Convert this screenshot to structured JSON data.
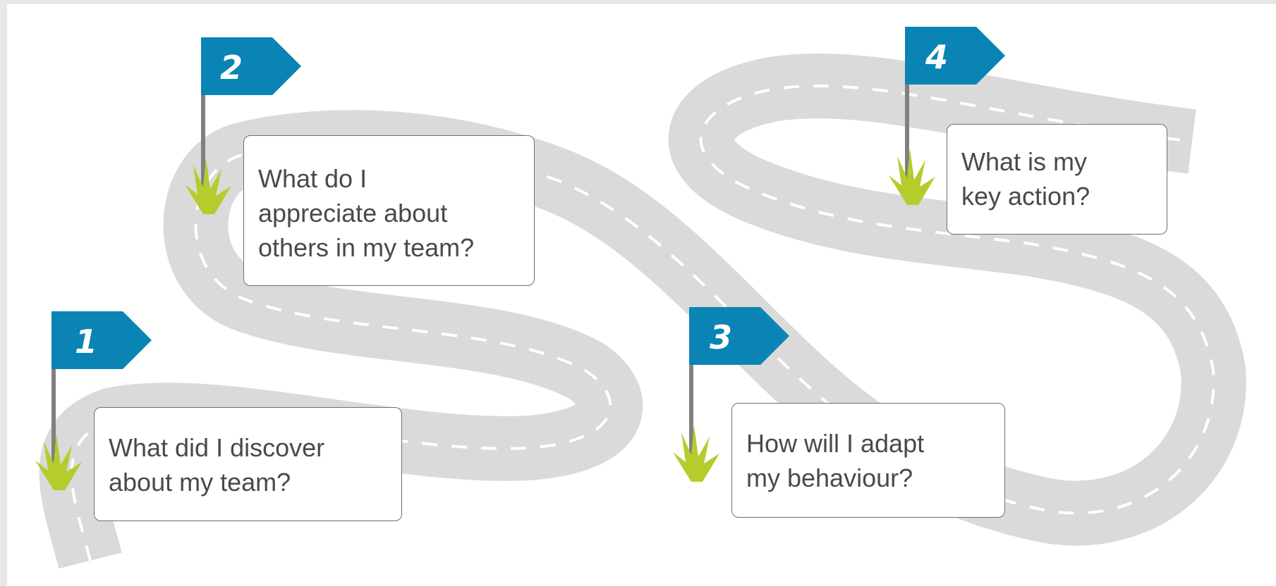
{
  "colors": {
    "background": "#ffffff",
    "road": "#dadada",
    "road_center_line": "#ffffff",
    "flag": "#0a84b5",
    "flag_text": "#ffffff",
    "pole": "#808080",
    "grass": "#b5cc2c",
    "box_border": "#6f6f6f",
    "box_text": "#4a4a4a"
  },
  "steps": [
    {
      "number": "1",
      "lines": [
        "What did I discover",
        "about my team?"
      ]
    },
    {
      "number": "2",
      "lines": [
        "What do I",
        "appreciate about",
        "others in my team?"
      ]
    },
    {
      "number": "3",
      "lines": [
        "How will I adapt",
        "my behaviour?"
      ]
    },
    {
      "number": "4",
      "lines": [
        "What is my",
        "key action?"
      ]
    }
  ]
}
